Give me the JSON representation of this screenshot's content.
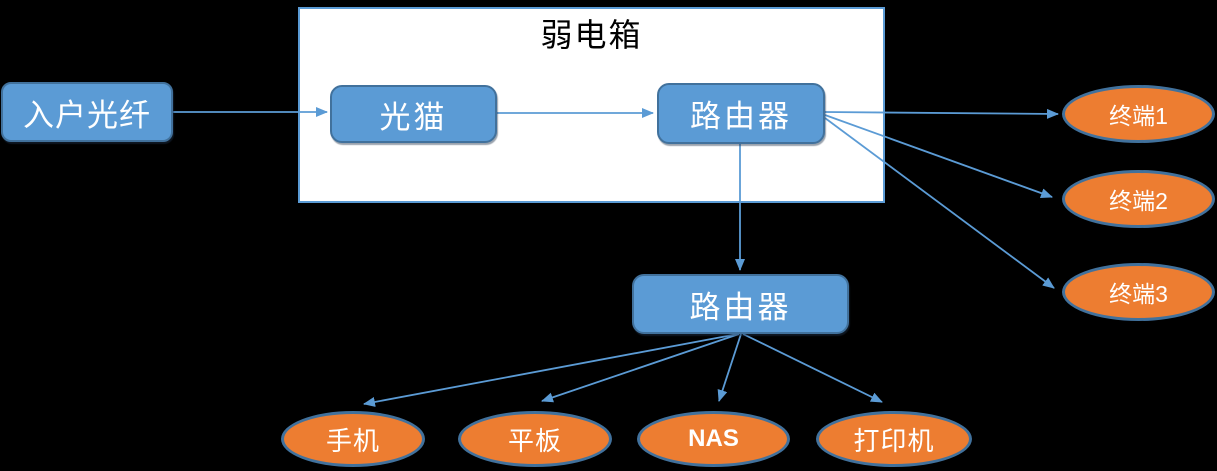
{
  "diagram": {
    "container": {
      "title": "弱电箱"
    },
    "nodes": {
      "fiber": {
        "label": "入户光纤",
        "shape": "rounded-rectangle"
      },
      "modem": {
        "label": "光猫",
        "shape": "rounded-rectangle"
      },
      "router_main": {
        "label": "路由器",
        "shape": "rounded-rectangle"
      },
      "router_secondary": {
        "label": "路由器",
        "shape": "rounded-rectangle"
      },
      "terminal1": {
        "label": "终端1",
        "shape": "ellipse"
      },
      "terminal2": {
        "label": "终端2",
        "shape": "ellipse"
      },
      "terminal3": {
        "label": "终端3",
        "shape": "ellipse"
      },
      "phone": {
        "label": "手机",
        "shape": "ellipse"
      },
      "tablet": {
        "label": "平板",
        "shape": "ellipse"
      },
      "nas": {
        "label": "NAS",
        "shape": "ellipse"
      },
      "printer": {
        "label": "打印机",
        "shape": "ellipse"
      }
    },
    "edges": [
      {
        "from": "fiber",
        "to": "modem"
      },
      {
        "from": "modem",
        "to": "router_main"
      },
      {
        "from": "router_main",
        "to": "terminal1"
      },
      {
        "from": "router_main",
        "to": "terminal2"
      },
      {
        "from": "router_main",
        "to": "terminal3"
      },
      {
        "from": "router_main",
        "to": "router_secondary"
      },
      {
        "from": "router_secondary",
        "to": "phone"
      },
      {
        "from": "router_secondary",
        "to": "tablet"
      },
      {
        "from": "router_secondary",
        "to": "nas"
      },
      {
        "from": "router_secondary",
        "to": "printer"
      }
    ],
    "colors": {
      "background": "#000000",
      "box_fill": "#5B9BD5",
      "box_border": "#41719C",
      "ellipse_fill": "#ED7D31",
      "ellipse_border": "#41719C",
      "connector": "#5B9BD5",
      "container_fill": "#FFFFFF",
      "container_border": "#5B9BD5",
      "title_color": "#000000",
      "node_text": "#FFFFFF"
    }
  }
}
